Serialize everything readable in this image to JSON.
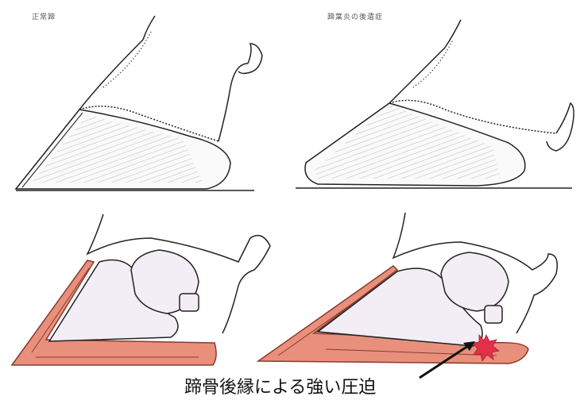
{
  "labels": {
    "normal_hoof": "正常蹄",
    "laminitis_hoof": "蹄葉炎の後遺症"
  },
  "caption": "蹄骨後縁による強い圧迫",
  "colors": {
    "hoof_wall": "#e8907c",
    "hoof_outline": "#8a3a2e",
    "bone_fill": "#f3eef5",
    "impact": "#e2304a"
  }
}
